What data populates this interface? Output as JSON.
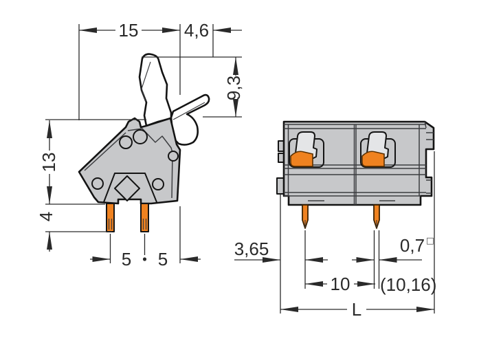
{
  "drawing": {
    "background": "#ffffff",
    "colors": {
      "body_gray": "#c7c8ca",
      "button_light": "#e4e5e7",
      "accent_orange": "#ef8220",
      "outline_dark": "#141414",
      "inner_line": "#3c3d40",
      "dimension_line": "#2a2a2a"
    },
    "side_view": {
      "dimensions": {
        "top_width": "15",
        "lever_overhang": "4,6",
        "lever_height": "9,3",
        "body_height": "13",
        "pin_length": "4",
        "pin_pitch_1": "5",
        "pin_pitch_2": "5"
      }
    },
    "front_view": {
      "dimensions": {
        "edge_to_pin": "3,65",
        "pin_width": "0,7",
        "pin_square_symbol": "□",
        "pin_pitch": "10",
        "pin_pitch_alt": "(10,16)",
        "overall_length": "L"
      }
    }
  }
}
